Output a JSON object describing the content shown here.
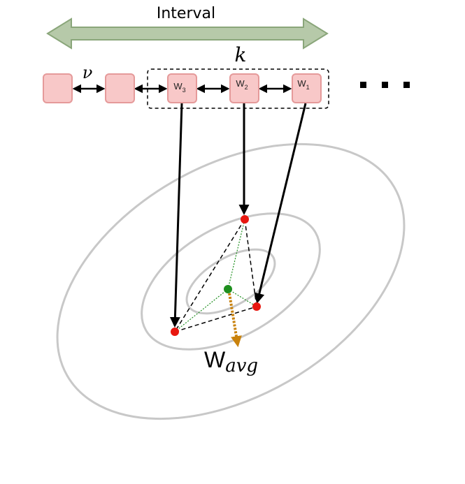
{
  "interval_label": "Interval",
  "k_label": "k",
  "nu_label": "ν",
  "ellipsis": "· · ·",
  "boxes": [
    {
      "main": "",
      "sub": ""
    },
    {
      "main": "",
      "sub": ""
    },
    {
      "main": "W",
      "sub": "3"
    },
    {
      "main": "W",
      "sub": "2"
    },
    {
      "main": "W",
      "sub": "1"
    }
  ],
  "wavg": {
    "main": "W",
    "sub": "avg"
  },
  "colors": {
    "box_fill": "#f8c8c8",
    "box_stroke": "#e59a9a",
    "arrow_fill": "#b6c9a9",
    "arrow_stroke": "#8aa67a",
    "contour": "#c8c8c8",
    "point_red": "#e8170f",
    "point_green": "#1e8f1e",
    "avg_arrow": "#c9820c"
  }
}
